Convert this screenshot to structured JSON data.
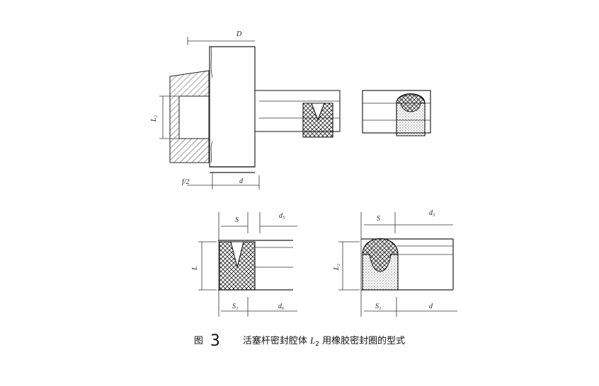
{
  "figure": {
    "caption": {
      "label": "图",
      "number": "3",
      "text_before": "活塞杆密封腔体",
      "symbol": "L",
      "symbol_sub": "2",
      "text_after": "用橡胶密封圈的型式"
    },
    "labels": {
      "D": "D",
      "L2": "L₂",
      "f_half": "f/2",
      "d_top": "d",
      "S_left": "S",
      "d5_left": "d₅",
      "L_left": "L",
      "S1_left": "S₁",
      "d6_left": "d₆",
      "S_right": "S",
      "d5_right": "d₅",
      "L2_right": "L₂",
      "S1_right": "S₁",
      "d_right": "d"
    }
  }
}
